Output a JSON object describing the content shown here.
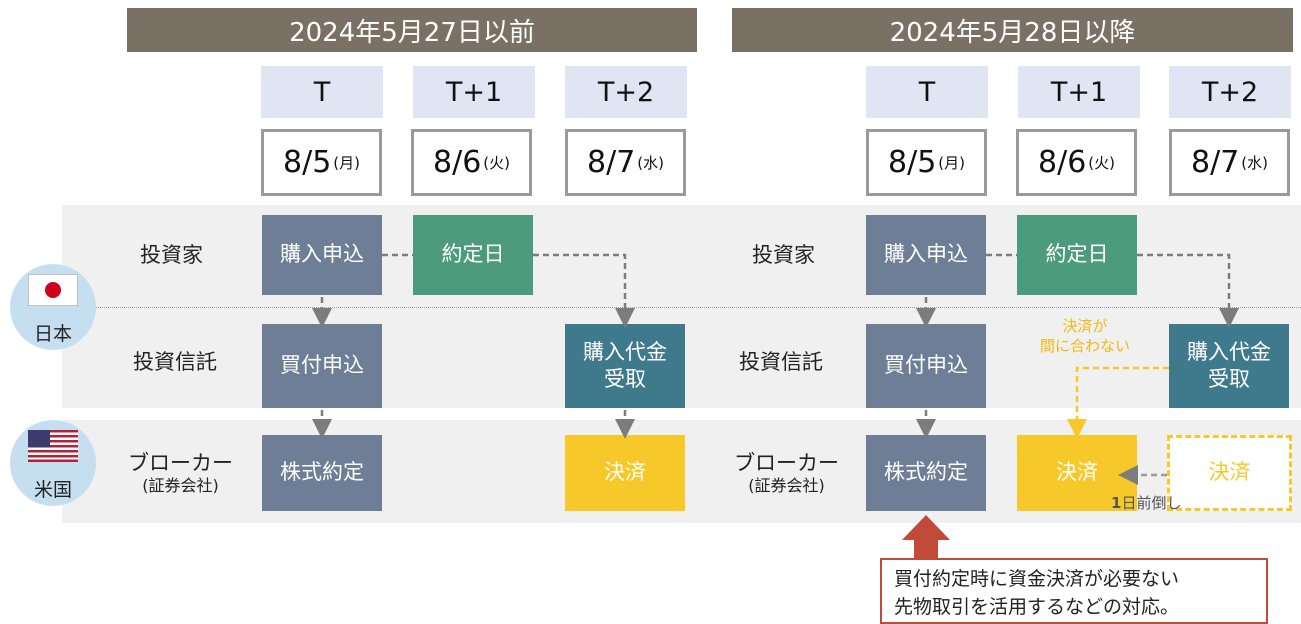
{
  "left": {
    "header": "2024年5月27日以前",
    "t_labels": [
      "T",
      "T+1",
      "T+2"
    ],
    "dates": [
      {
        "date": "8/5",
        "weekday": "(月)"
      },
      {
        "date": "8/6",
        "weekday": "(火)"
      },
      {
        "date": "8/7",
        "weekday": "(水)"
      }
    ],
    "row_labels": {
      "investor": "投資家",
      "trust": "投資信託",
      "broker": "ブローカー",
      "broker_sub": "(証券会社)"
    },
    "boxes": {
      "purchase_app": "購入申込",
      "contract_day": "約定日",
      "buy_app": "買付申込",
      "payment_receipt_1": "購入代金",
      "payment_receipt_2": "受取",
      "stock_contract": "株式約定",
      "settlement": "決済"
    }
  },
  "right": {
    "header": "2024年5月28日以降",
    "t_labels": [
      "T",
      "T+1",
      "T+2"
    ],
    "dates": [
      {
        "date": "8/5",
        "weekday": "(月)"
      },
      {
        "date": "8/6",
        "weekday": "(火)"
      },
      {
        "date": "8/7",
        "weekday": "(水)"
      }
    ],
    "row_labels": {
      "investor": "投資家",
      "trust": "投資信託",
      "broker": "ブローカー",
      "broker_sub": "(証券会社)"
    },
    "boxes": {
      "purchase_app": "購入申込",
      "contract_day": "約定日",
      "buy_app": "買付申込",
      "payment_receipt_1": "購入代金",
      "payment_receipt_2": "受取",
      "stock_contract": "株式約定",
      "settlement": "決済",
      "settlement_old": "決済"
    },
    "not_in_time_1": "決済が",
    "not_in_time_2": "間に合わない",
    "shift_num": "1",
    "shift_text": "日前倒し"
  },
  "regions": {
    "japan": "日本",
    "usa": "米国"
  },
  "note": {
    "line1": "買付約定時に資金決済が必要ない",
    "line2": "先物取引を活用するなどの対応。"
  },
  "colors": {
    "header": "#7a7064",
    "slate": "#6e7e96",
    "green": "#4b9b7c",
    "teal": "#3f7a8c",
    "yellow": "#f7c829",
    "arrow_red": "#c24a3a",
    "t_label_bg": "#dfe5f2"
  }
}
